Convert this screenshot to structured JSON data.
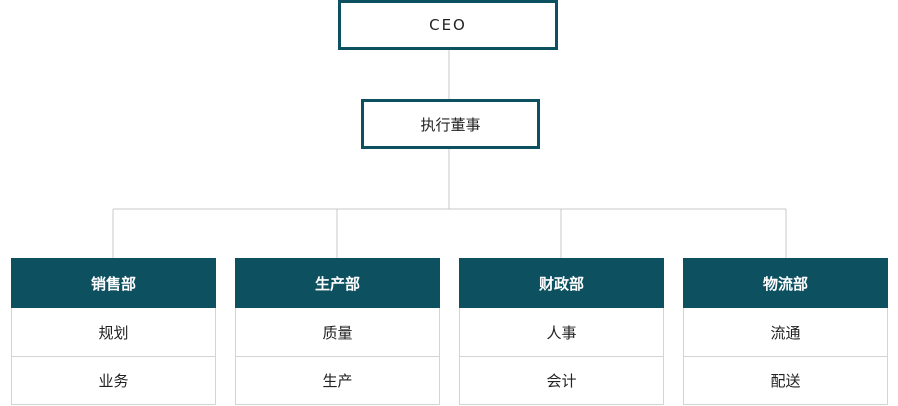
{
  "nodes": {
    "ceo": "CEO",
    "executive": "执行董事"
  },
  "departments": [
    {
      "title": "销售部",
      "items": [
        "规划",
        "业务"
      ]
    },
    {
      "title": "生产部",
      "items": [
        "质量",
        "生产"
      ]
    },
    {
      "title": "财政部",
      "items": [
        "人事",
        "会计"
      ]
    },
    {
      "title": "物流部",
      "items": [
        "流通",
        "配送"
      ]
    }
  ],
  "colors": {
    "primary": "#0d5060",
    "connector": "#c8c8c8",
    "cell_border": "#d4d4d4"
  }
}
